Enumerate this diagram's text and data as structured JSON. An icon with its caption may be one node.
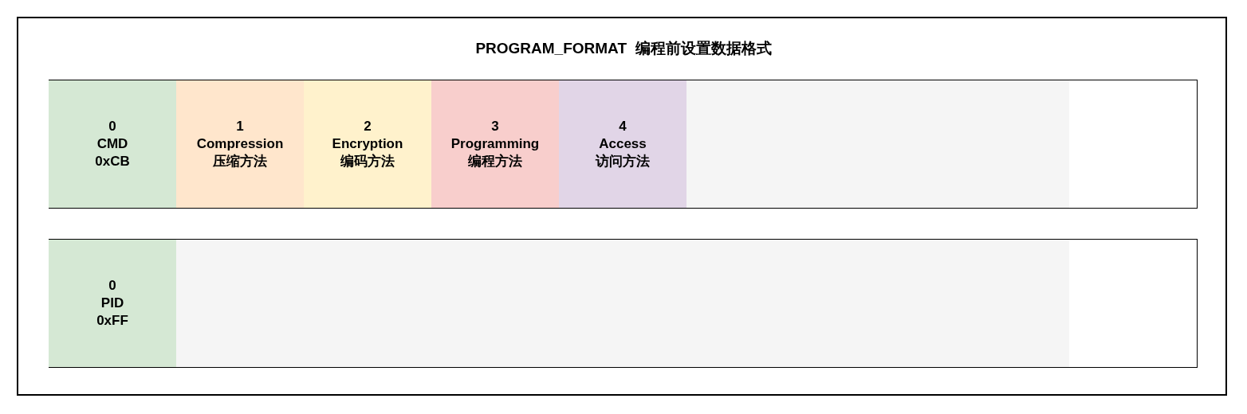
{
  "diagram": {
    "title": "PROGRAM_FORMAT  编程前设置数据格式",
    "nodes": [
      {
        "text": [],
        "shape": "box"
      },
      {
        "text": [
          "0",
          "CMD",
          "0xCB"
        ],
        "in": 0
      },
      {
        "text": [
          "1",
          "Compression",
          "压缩方法"
        ],
        "in": 0
      },
      {
        "text": [
          "2",
          "Encryption",
          "编码方法"
        ],
        "in": 0
      },
      {
        "text": [
          "3",
          "Programming",
          "编程方法"
        ],
        "in": 0
      },
      {
        "text": [
          "4",
          "Access",
          "访问方法"
        ],
        "in": 0
      },
      {
        "text": [],
        "shape": "box",
        "in": 0
      },
      {
        "text": [],
        "shape": "box"
      },
      {
        "text": [
          "0",
          "PID",
          "0xFF"
        ],
        "in": 7
      },
      {
        "text": [],
        "shape": "box",
        "in": 7
      }
    ]
  }
}
